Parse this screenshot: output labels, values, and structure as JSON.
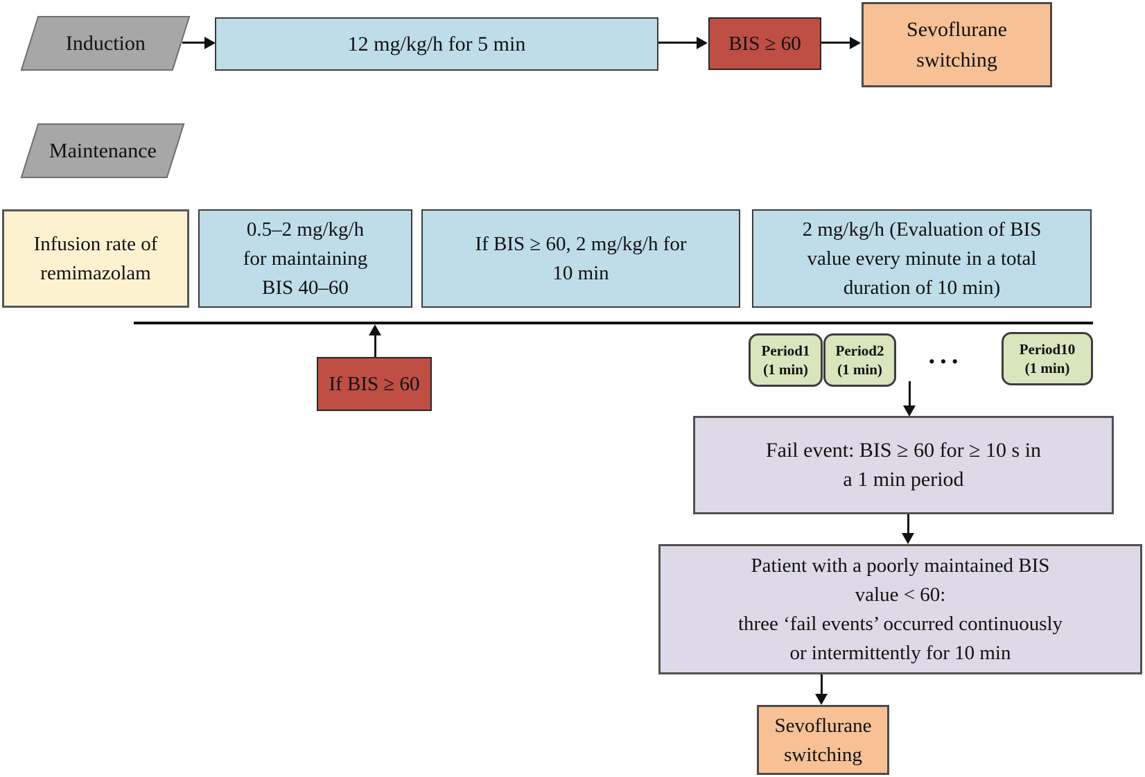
{
  "colors": {
    "parallelogram_gray": "#a7a7a7",
    "process_blue": "#bfdde9",
    "decision_red": "#bf4e45",
    "terminal_orange": "#f7c195",
    "label_yellow": "#fdf2cf",
    "period_green": "#d9e5bd",
    "event_purple": "#ded9e7",
    "connector_black": "#111111"
  },
  "nodes": {
    "induction": {
      "label": "Induction"
    },
    "induction_rate": {
      "label": "12 mg/kg/h for 5 min"
    },
    "bis_check": {
      "label": "BIS ≥ 60"
    },
    "sevo_top": {
      "lines": [
        "Sevoflurane",
        "switching"
      ]
    },
    "maintenance": {
      "label": "Maintenance"
    },
    "infusion": {
      "lines": [
        "Infusion rate of",
        "remimazolam"
      ]
    },
    "maint_rate": {
      "lines": [
        "0.5–2 mg/kg/h",
        "for maintaining",
        "BIS 40–60"
      ]
    },
    "escalation": {
      "lines": [
        "If BIS ≥ 60, 2 mg/kg/h for",
        "10 min"
      ]
    },
    "evaluation": {
      "lines": [
        "2 mg/kg/h (Evaluation of BIS",
        "value every minute in a total",
        "duration of 10 min)"
      ]
    },
    "if_bis": {
      "label": "If BIS ≥ 60"
    },
    "period1": {
      "name": "Period1",
      "duration": "(1 min)"
    },
    "period2": {
      "name": "Period2",
      "duration": "(1 min)"
    },
    "ellipsis": "···",
    "period10": {
      "name": "Period10",
      "duration": "(1 min)"
    },
    "fail_event": {
      "lines": [
        "Fail event: BIS ≥ 60 for ≥ 10 s in",
        "a 1 min period"
      ]
    },
    "poor_bis": {
      "lines": [
        "Patient with a poorly maintained BIS",
        "value < 60:",
        "three ‘fail events’ occurred continuously",
        "or intermittently for 10 min"
      ]
    },
    "sevo_bottom": {
      "lines": [
        "Sevoflurane",
        "switching"
      ]
    }
  }
}
